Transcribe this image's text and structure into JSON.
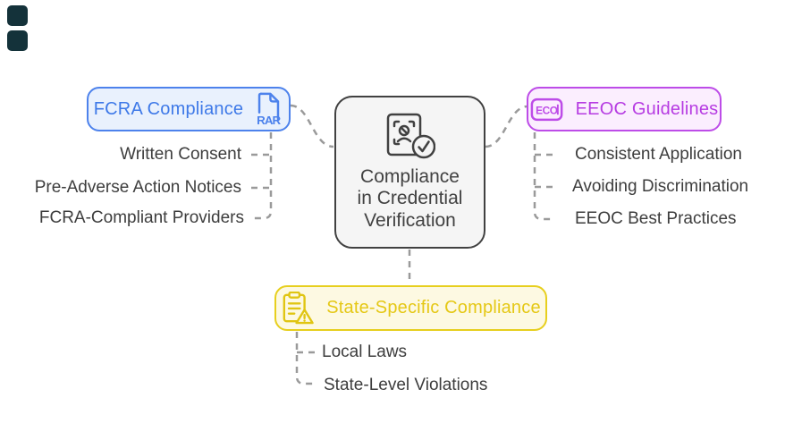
{
  "diagram": {
    "center": {
      "title": "Compliance\nin Credential\nVerification",
      "icon": "identity-verification-check-icon",
      "border_color": "#414141",
      "fill_color": "#f5f5f5"
    },
    "branches": [
      {
        "label": "FCRA Compliance",
        "icon": "rar-file-icon",
        "icon_text": "RAR",
        "text_color": "#3e79e8",
        "border_color": "#4d82ec",
        "fill_color": "#e9f1fd",
        "items": [
          "Written Consent",
          "Pre-Adverse Action Notices",
          "FCRA-Compliant Providers"
        ]
      },
      {
        "label": "EEOC Guidelines",
        "icon": "eco-badge-icon",
        "icon_text": "ECO",
        "text_color": "#b63be2",
        "border_color": "#bd4ce8",
        "fill_color": "#fbeefe",
        "items": [
          "Consistent Application",
          "Avoiding Discrimination",
          "EEOC Best Practices"
        ]
      },
      {
        "label": "State-Specific Compliance",
        "icon": "clipboard-warning-icon",
        "text_color": "#e5c816",
        "border_color": "#e7cf1e",
        "fill_color": "#fdf9e2",
        "items": [
          "Local Laws",
          "State-Level Violations"
        ]
      }
    ],
    "leaf_text_color": "#3d3d3d",
    "connector_color": "#9a9a9a",
    "corner_marks": {
      "count": 2,
      "color": "#14323a"
    }
  }
}
